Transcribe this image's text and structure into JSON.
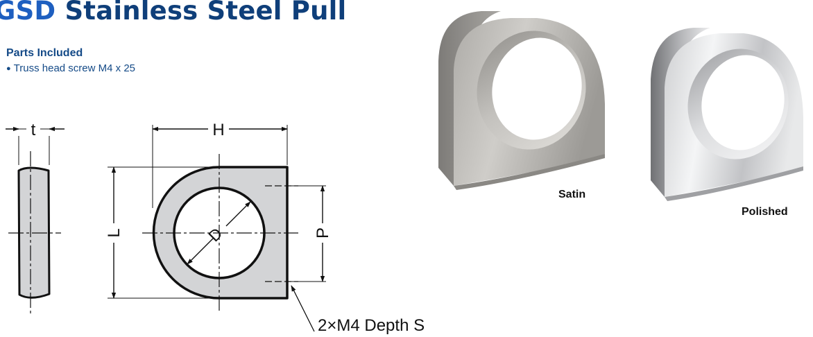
{
  "header": {
    "code": "GSD",
    "name": "Stainless Steel Pull"
  },
  "parts": {
    "heading": "Parts Included",
    "items": [
      "Truss head screw M4 x 25"
    ]
  },
  "drawing": {
    "label_t": "t",
    "label_h": "H",
    "label_l": "L",
    "label_d": "D",
    "label_p": "P",
    "callout": "2×M4 Depth S"
  },
  "photos": [
    {
      "caption": "Satin",
      "finish": "satin"
    },
    {
      "caption": "Polished",
      "finish": "polished"
    }
  ],
  "colors": {
    "title_code": "#1e5fc0",
    "title_text": "#0f3f7a",
    "parts_text": "#144a87",
    "part_fill": "#d3d4d6"
  }
}
